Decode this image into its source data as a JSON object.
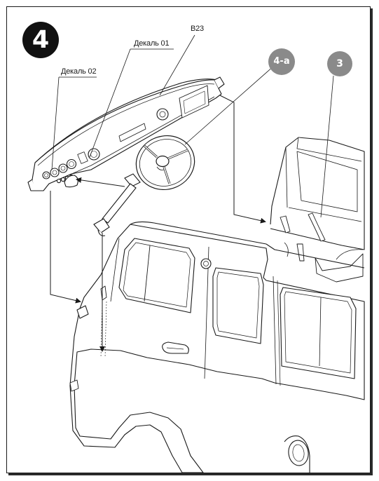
{
  "step": {
    "number": "4"
  },
  "callouts": [
    {
      "id": "4a",
      "label": "4-a",
      "color": "#8a8a8a"
    },
    {
      "id": "3",
      "label": "3",
      "color": "#8a8a8a"
    }
  ],
  "part_labels": {
    "b23": "B23",
    "decal_01": "Декаль 01",
    "decal_02": "Декаль 02"
  },
  "colors": {
    "ink": "#1a1a1a",
    "callout_fill": "#8a8a8a",
    "badge_fill": "#111111"
  }
}
